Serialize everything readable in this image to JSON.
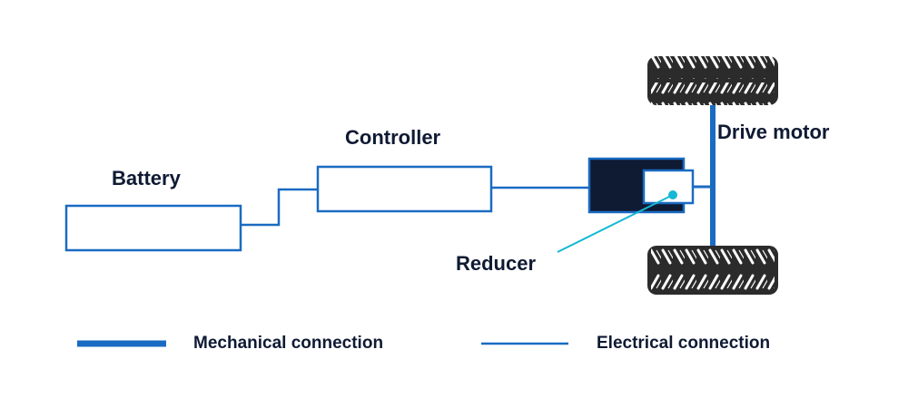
{
  "diagram": {
    "labels": {
      "battery": "Battery",
      "controller": "Controller",
      "drive_motor": "Drive motor",
      "reducer": "Reducer"
    },
    "legend": {
      "mechanical": "Mechanical connection",
      "electrical": "Electrical connection"
    },
    "colors": {
      "line_blue": "#1a6bc2",
      "dark_navy": "#0f1a33",
      "pointer_cyan": "#16b8d4",
      "tire_dark": "#2b2b2b",
      "text": "#0f1a33"
    }
  }
}
